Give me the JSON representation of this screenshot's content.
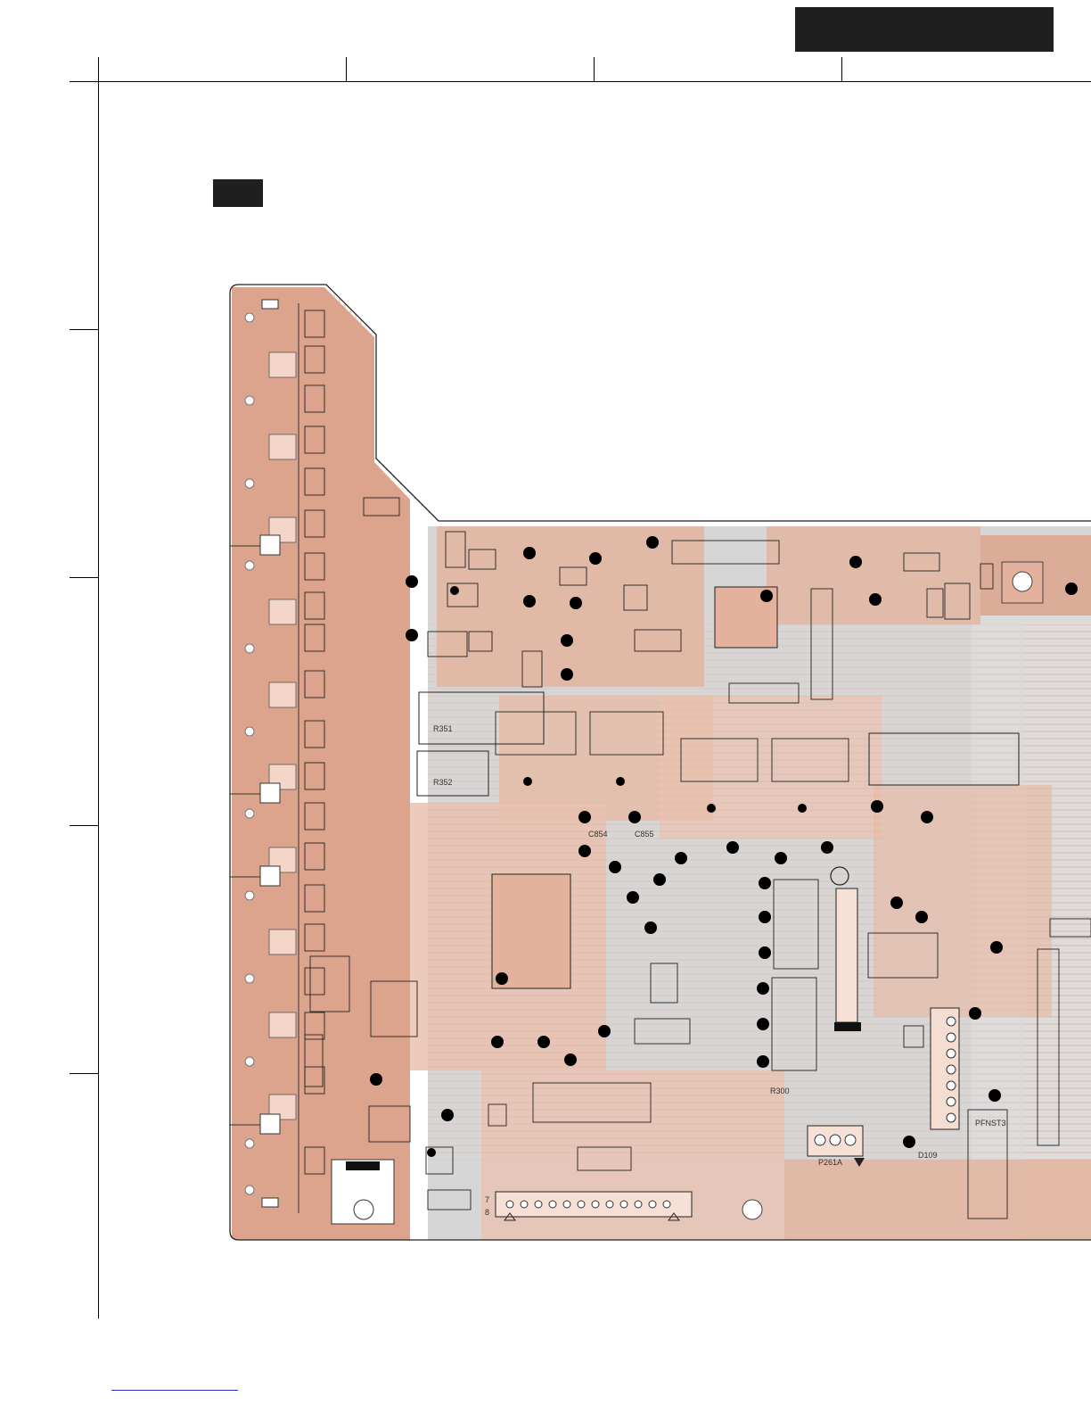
{
  "header": {
    "block_color": "#1f1f1f"
  },
  "section_label": {
    "block_color": "#1f1f1f"
  },
  "colors": {
    "copper": "#dca48c",
    "copper_light": "#e9c2b0",
    "ground_grey": "#d4d4d4",
    "trace": "#e8a98c",
    "silk": "#2a2a2a",
    "link": "#2b2bcc"
  },
  "labels": {
    "c": "C854",
    "c2": "C855",
    "r1": "R351",
    "r2": "R352",
    "p": "P261A",
    "q": "D109",
    "r3": "R300",
    "ps": "PFNST3"
  },
  "connector": {
    "pin_labels": [
      "7",
      "8"
    ]
  },
  "icons": [
    "mounting-hole-icon",
    "ground-symbol-icon",
    "triangle-marker-icon"
  ]
}
